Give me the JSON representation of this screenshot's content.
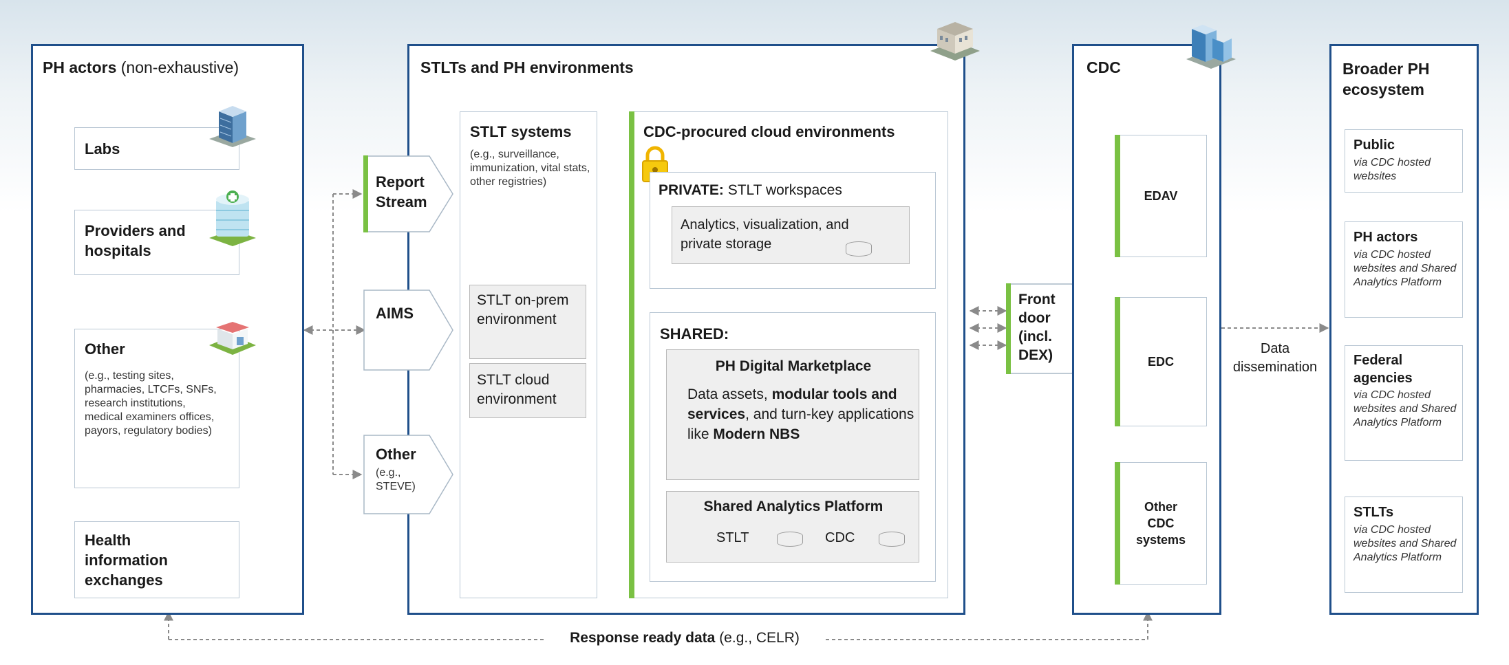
{
  "ph_actors": {
    "title": "PH actors",
    "title_note": " (non-exhaustive)",
    "labs": "Labs",
    "providers": "Providers and hospitals",
    "other": "Other",
    "other_desc": "(e.g., testing sites, pharmacies, LTCFs, SNFs, research institutions, medical examiners offices, payors, regulatory bodies)",
    "hie": "Health information exchanges"
  },
  "stlt": {
    "title": "STLTs and PH environments",
    "connectors": {
      "report_stream": "Report Stream",
      "aims": "AIMS",
      "other": "Other",
      "other_desc": "(e.g., STEVE)"
    },
    "systems": {
      "title": "STLT systems",
      "desc": "(e.g., surveillance, immunization, vital stats, other registries)",
      "onprem": "STLT on-prem environment",
      "cloud": "STLT cloud environment"
    },
    "cloud_env": {
      "title": "CDC-procured cloud environments",
      "private_label": "PRIVATE:",
      "private_text": " STLT workspaces",
      "analytics": "Analytics, visualization, and private storage",
      "shared_label": "SHARED:",
      "marketplace_title": "PH Digital Marketplace",
      "mp_1": "Data assets, ",
      "mp_2": "modular tools and services",
      "mp_3": ", and turn-key applications like ",
      "mp_4": "Modern NBS",
      "sap_title": "Shared Analytics Platform",
      "sap_stlt": "STLT",
      "sap_cdc": "CDC"
    }
  },
  "front_door": "Front door (incl. DEX)",
  "cdc": {
    "title": "CDC",
    "edav": "EDAV",
    "edc": "EDC",
    "other": "Other CDC systems"
  },
  "dissemination": "Data dissemination",
  "broader": {
    "title": "Broader PH ecosystem",
    "public_title": "Public",
    "public_desc": "via CDC hosted websites",
    "ph_title": "PH actors",
    "ph_desc": "via CDC hosted websites and Shared Analytics Platform",
    "fed_title": "Federal agencies",
    "fed_desc": "via CDC hosted websites and Shared Analytics Platform",
    "stlts_title": "STLTs",
    "stlts_desc": "via CDC hosted websites and Shared Analytics Platform"
  },
  "bottom": {
    "label": "Response ready data",
    "note": " (e.g., CELR)"
  },
  "colors": {
    "panel_border": "#1f4f8a",
    "accent_green": "#7ac143",
    "box_border": "#b9c7d4"
  }
}
